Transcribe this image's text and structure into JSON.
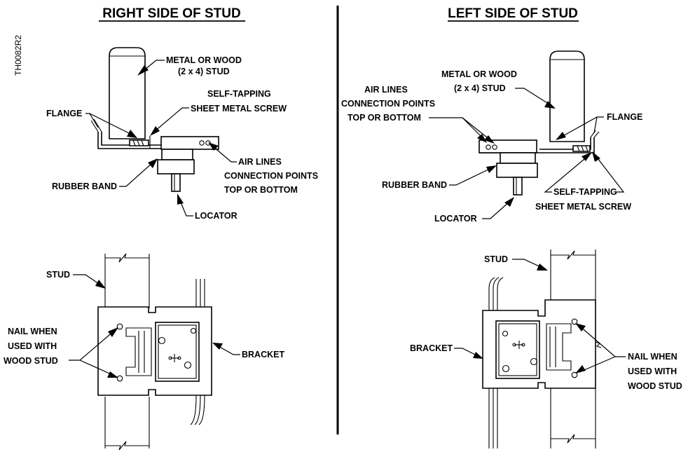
{
  "drawing_code": "TH0082R2",
  "right_panel": {
    "heading": "RIGHT SIDE OF STUD",
    "stud": [
      "METAL OR WOOD",
      "(2  x 4) STUD"
    ],
    "screw": [
      "SELF-TAPPING",
      "SHEET METAL SCREW"
    ],
    "flange": "FLANGE",
    "air_lines": [
      "AIR LINES",
      "CONNECTION POINTS",
      "TOP OR BOTTOM"
    ],
    "rubber_band": "RUBBER BAND",
    "locator": "LOCATOR",
    "stud_front": "STUD",
    "nail": [
      "NAIL WHEN",
      "USED WITH",
      "WOOD STUD"
    ],
    "bracket": "BRACKET"
  },
  "left_panel": {
    "heading": "LEFT SIDE OF STUD",
    "stud": [
      "METAL OR WOOD",
      "(2  x 4) STUD"
    ],
    "air_lines": [
      "AIR LINES",
      "CONNECTION POINTS",
      "TOP OR BOTTOM"
    ],
    "flange": "FLANGE",
    "rubber_band": "RUBBER BAND",
    "screw": [
      "SELF-TAPPING",
      "SHEET METAL SCREW"
    ],
    "locator": "LOCATOR",
    "stud_front": "STUD",
    "bracket": "BRACKET",
    "nail": [
      "NAIL WHEN",
      "USED WITH",
      "WOOD STUD"
    ]
  }
}
